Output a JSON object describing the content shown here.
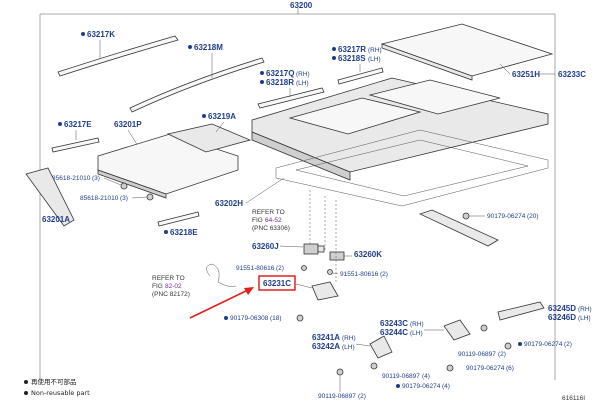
{
  "labels": {
    "p63200": "63200",
    "p63217K": "63217K",
    "p63218M": "63218M",
    "p63217R": "63217R",
    "p63217R_s": "(RH)",
    "p63218S": "63218S",
    "p63218S_s": "(LH)",
    "p63217Q": "63217Q",
    "p63217Q_s": "(RH)",
    "p63218R": "63218R",
    "p63218R_s": "(LH)",
    "p63251H": "63251H",
    "p63233C": "63233C",
    "p63217E": "63217E",
    "p63201P": "63201P",
    "p63219A": "63219A",
    "p85618a": "85618-21010",
    "p85618a_q": "(3)",
    "p85618b": "85618-21010",
    "p85618b_q": "(3)",
    "p63201A": "63201A",
    "p63202H": "63202H",
    "p63218E": "63218E",
    "p90179_20": "90179-06274",
    "p90179_20_q": "(20)",
    "p63260J": "63260J",
    "p63260K": "63260K",
    "p91551a": "91551-80616",
    "p91551a_q": "(2)",
    "p91551b": "91551-80616",
    "p91551b_q": "(2)",
    "p63231C": "63231C",
    "p90179_18": "90179-06308",
    "p90179_18_q": "(18)",
    "p63245D": "63245D",
    "p63245D_s": "(RH)",
    "p63246D": "63246D",
    "p63246D_s": "(LH)",
    "p63241A": "63241A",
    "p63241A_s": "(RH)",
    "p63242A": "63242A",
    "p63242A_s": "(LH)",
    "p63243C": "63243C",
    "p63243C_s": "(RH)",
    "p63244C": "63244C",
    "p63244C_s": "(LH)",
    "p90179_2a": "90179-06274",
    "p90179_2a_q": "(2)",
    "p90119_2a": "90119-06897",
    "p90119_2a_q": "(2)",
    "p90179_6": "90179-06274",
    "p90179_6_q": "(6)",
    "p90119_4": "90119-06897",
    "p90119_4_q": "(4)",
    "p90179_4": "90179-06274",
    "p90179_4_q": "(4)",
    "p90119_2b": "90119-06897",
    "p90119_2b_q": "(2)"
  },
  "refs": {
    "ref1_line1": "REFER TO",
    "ref1_line2": "FIG",
    "ref1_fig": "64-52",
    "ref1_line3": "(PNC 63306)",
    "ref2_line1": "REFER TO",
    "ref2_line2": "FIG",
    "ref2_fig": "82-02",
    "ref2_line3": "(PNC 82172)"
  },
  "legend": {
    "item1": "再使用不可部品",
    "item2": "Non-reusable part"
  },
  "image_id": "616116I",
  "colors": {
    "label": "#1f3d8a",
    "highlight": "#e0201b",
    "arrow": "#e0201b"
  }
}
